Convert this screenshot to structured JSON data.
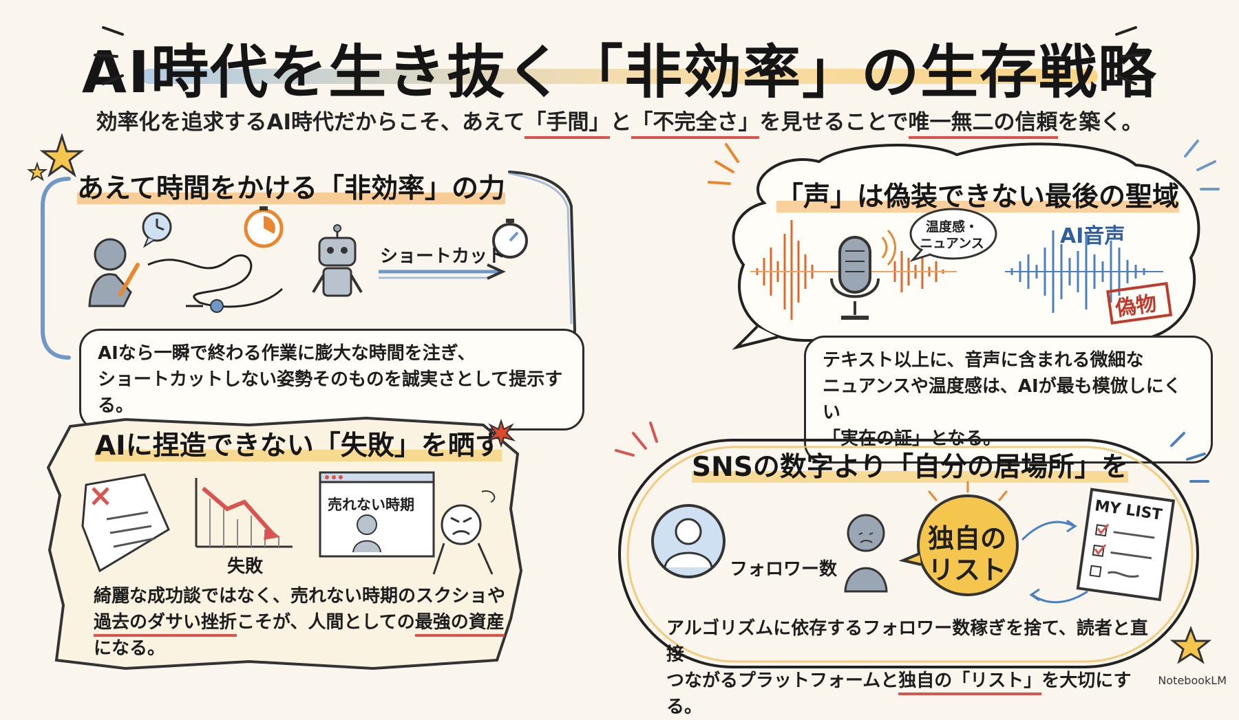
{
  "header": {
    "title": "AI時代を生き抜く「非効率」の生存戦略",
    "subtitle_parts": [
      "効率化を追求するAI時代だからこそ、あえて",
      "「手間」",
      "と",
      "「不完全さ」",
      "を見せることで",
      "唯一無二の信頼",
      "を築く。"
    ]
  },
  "section1": {
    "title": "あえて時間をかける「非効率」の力",
    "shortcut_label": "ショートカット",
    "body_lines": [
      "AIなら一瞬で終わる作業に膨大な時間を注ぎ、",
      "ショートカットしない姿勢そのものを誠実さとして提示する。"
    ]
  },
  "section2": {
    "title": "「声」は偽装できない最後の聖域",
    "bubble_label_lines": [
      "温度感・",
      "ニュアンス"
    ],
    "ai_voice_label": "AI音声",
    "fake_stamp": "偽物",
    "body_lines": [
      "テキスト以上に、音声に含まれる微細な",
      "ニュアンスや温度感は、AIが最も模倣しにくい",
      "「実在の証」となる。"
    ]
  },
  "section3": {
    "title": "AIに捏造できない「失敗」を晒す",
    "failure_label": "失敗",
    "window_label": "売れない時期",
    "body_line1": "綺麗な成功談ではなく、売れない時期のスクショや",
    "body_line2_parts": [
      "過去のダサい挫折",
      "こそが、人間としての",
      "最強の資産"
    ],
    "body_line3": "になる。"
  },
  "section4": {
    "title": "SNSの数字より「自分の居場所」を",
    "follower_label": "フォロワー数",
    "own_list_lines": [
      "独自の",
      "リスト"
    ],
    "my_list_label": "MY LIST",
    "body_line1": "アルゴリズムに依存するフォロワー数稼ぎを捨て、読者と直接",
    "body_line2_parts": [
      "つながるプラットフォームと",
      "独自の「リスト」",
      "を大切にする。"
    ]
  },
  "footer": {
    "brand": "NotebookLM"
  },
  "colors": {
    "accent_orange": "#e8872e",
    "accent_blue": "#6f98c8",
    "accent_red": "#d9534f",
    "accent_yellow": "#f5c64e",
    "background": "#faf6ee"
  },
  "icons": [
    "clock-icon",
    "stopwatch-icon",
    "robot-icon",
    "microphone-icon",
    "user-avatar-icon",
    "star-icon",
    "sparkle-icon",
    "list-doc-icon"
  ]
}
